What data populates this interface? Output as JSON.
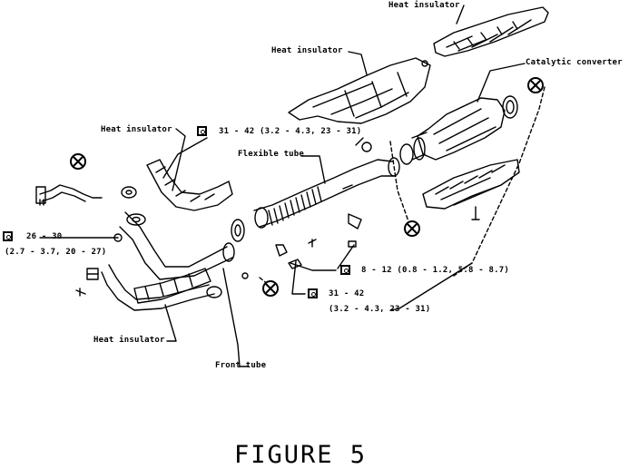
{
  "labels": {
    "heat_insulator_top": "Heat insulator",
    "heat_insulator_upper": "Heat insulator",
    "catalytic_converter": "Catalytic converter",
    "heat_insulator_left": "Heat insulator",
    "flexible_tube": "Flexible tube",
    "heat_insulator_bottom": "Heat insulator",
    "front_tube": "Front tube"
  },
  "torque_specs": {
    "spec_a": {
      "line1": "31 - 42 (3.2 - 4.3, 23 - 31)"
    },
    "spec_b": {
      "line1": "26 - 30",
      "line2": "(2.7 - 3.7, 20 - 27)"
    },
    "spec_c": {
      "line1": "8 - 12 (0.8 - 1.2, 5.8 - 8.7)"
    },
    "spec_d": {
      "line1": "31 - 42",
      "line2": "(3.2 - 4.3, 23 - 31)"
    }
  },
  "caption": "FIGURE 5"
}
